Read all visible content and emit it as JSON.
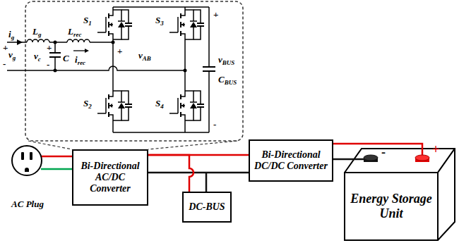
{
  "diagram": {
    "nodes": [
      {
        "text": [
          "AC Plug"
        ]
      },
      {
        "text": [
          "Bi-Directional AC/DC Converter"
        ]
      },
      {
        "text": [
          "Bi-Directional DC/DC Converter"
        ]
      },
      {
        "text": [
          "DC-BUS"
        ]
      },
      {
        "text": [
          "Energy Storage Unit"
        ]
      }
    ],
    "edges": [
      {
        "from": 0,
        "to": 1,
        "arrow": "none"
      },
      {
        "from": 1,
        "to": 2,
        "arrow": "none"
      },
      {
        "from": 1,
        "to": 3,
        "arrow": "none"
      },
      {
        "from": 2,
        "to": 4,
        "arrow": "none"
      }
    ],
    "labels": [
      "ig",
      "+",
      "vg",
      "-",
      "Lg",
      "Lrec",
      "+",
      "vc",
      "-",
      "C",
      "irec",
      "S1",
      "S3",
      "+",
      "vAB",
      "S2",
      "S4",
      "+",
      "vBUS",
      "CBUS",
      "-",
      "-",
      "+"
    ]
  }
}
